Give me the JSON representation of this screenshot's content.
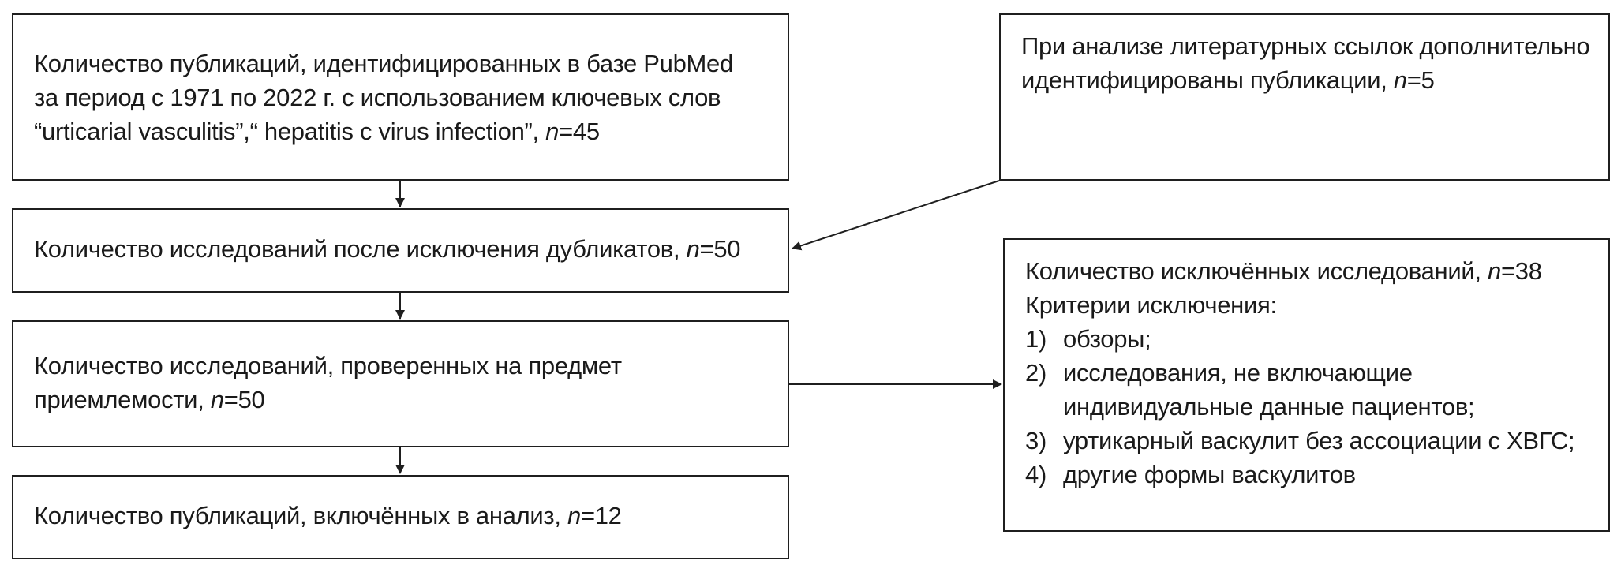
{
  "boxes": {
    "pubmed": {
      "line1": "Количество публикаций, идентифицированных в базе PubMed",
      "line2": "за период с 1971 по 2022 г. с использованием ключевых слов",
      "line3_text": "“urticarial vasculitis”,“ hepatitis c virus infection”, ",
      "n_label": "n",
      "n_value": "=45"
    },
    "references": {
      "line1": "При анализе литературных ссылок дополнительно",
      "line2_text": "идентифицированы публикации, ",
      "n_label": "n",
      "n_value": "=5"
    },
    "after_duplicates": {
      "text": "Количество исследований после исключения дубликатов, ",
      "n_label": "n",
      "n_value": "=50"
    },
    "screened": {
      "line1": "Количество исследований, проверенных на предмет",
      "line2_text": "приемлемости, ",
      "n_label": "n",
      "n_value": "=50"
    },
    "included": {
      "text": "Количество публикаций, включённых в анализ, ",
      "n_label": "n",
      "n_value": "=12"
    },
    "excluded": {
      "title_text": "Количество исключённых исследований, ",
      "n_label": "n",
      "n_value": "=38",
      "criteria_heading": "Критерии исключения:",
      "criteria": [
        {
          "num": "1)",
          "lines": [
            "обзоры;"
          ]
        },
        {
          "num": "2)",
          "lines": [
            "исследования, не включающие",
            "индивидуальные данные пациентов;"
          ]
        },
        {
          "num": "3)",
          "lines": [
            "уртикарный васкулит без ассоциации с ХВГС;"
          ]
        },
        {
          "num": "4)",
          "lines": [
            "другие формы васкулитов"
          ]
        }
      ]
    }
  }
}
